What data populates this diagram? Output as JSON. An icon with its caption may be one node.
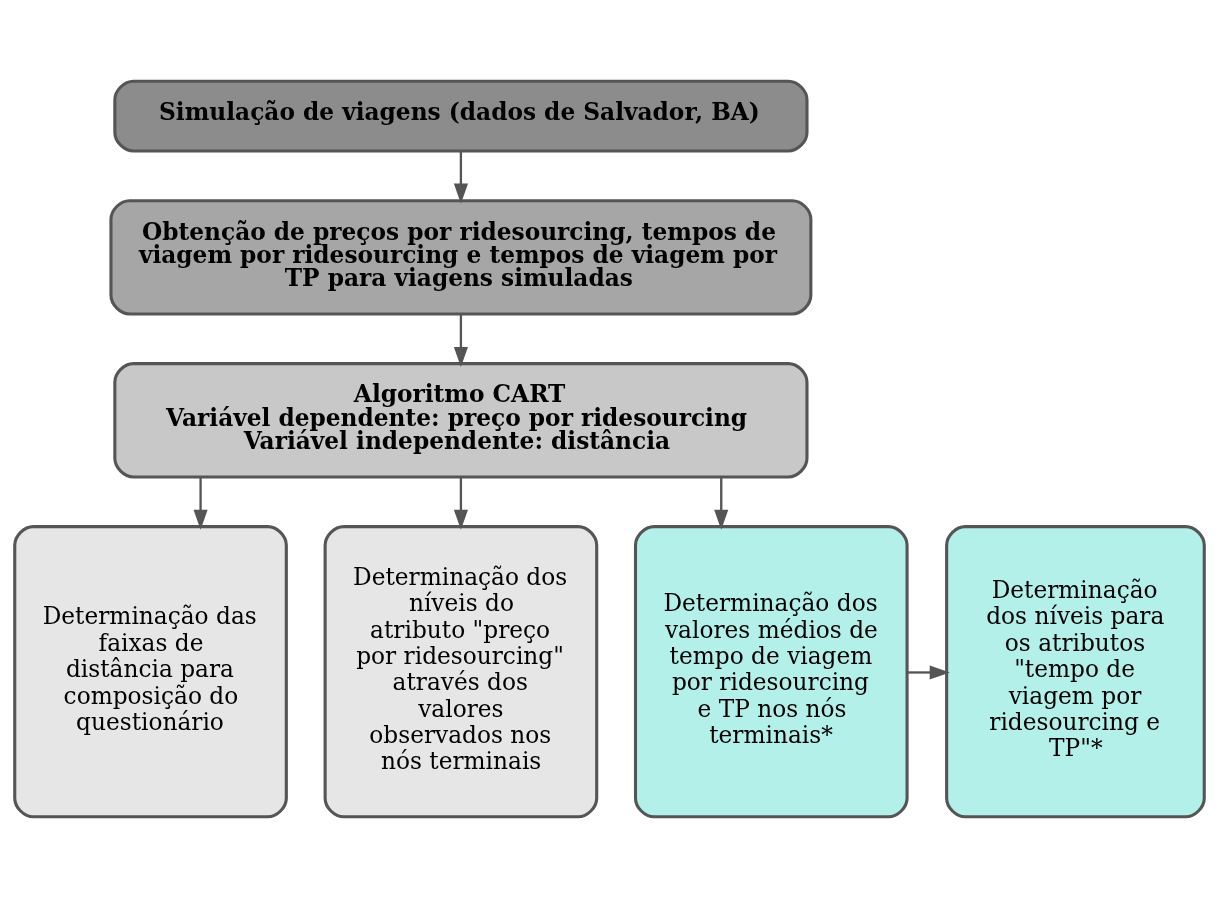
{
  "diagram": {
    "nodes": [
      {
        "text": [
          "Simulação de viagens (dados de Salvador, BA)"
        ]
      },
      {
        "text": [
          "Obtenção de preços por ridesourcing, tempos de viagem por ridesourcing e tempos de viagem por TP para viagens simuladas"
        ]
      },
      {
        "text": [
          "Algoritmo CART",
          "Variável dependente: preço por ridesourcing",
          "Variável independente: distância"
        ]
      },
      {
        "text": [
          "Determinação das faixas de distância para composição do questionário"
        ]
      },
      {
        "text": [
          "Determinação dos níveis do atributo \"preço por ridesourcing\" através dos valores observados nos nós terminais"
        ]
      },
      {
        "text": [
          "Determinação dos valores médios de tempo de viagem por ridesourcing e TP nos nós terminais*"
        ]
      },
      {
        "text": [
          "Determinação dos níveis para os atributos \"tempo de viagem por ridesourcing e TP\"*"
        ]
      }
    ],
    "edges": [
      {
        "from": 0,
        "to": 1,
        "arrow": "to"
      },
      {
        "from": 1,
        "to": 2,
        "arrow": "to"
      },
      {
        "from": 2,
        "to": 3,
        "arrow": "to"
      },
      {
        "from": 2,
        "to": 4,
        "arrow": "to"
      },
      {
        "from": 2,
        "to": 5,
        "arrow": "to"
      },
      {
        "from": 5,
        "to": 6,
        "arrow": "to"
      }
    ]
  }
}
